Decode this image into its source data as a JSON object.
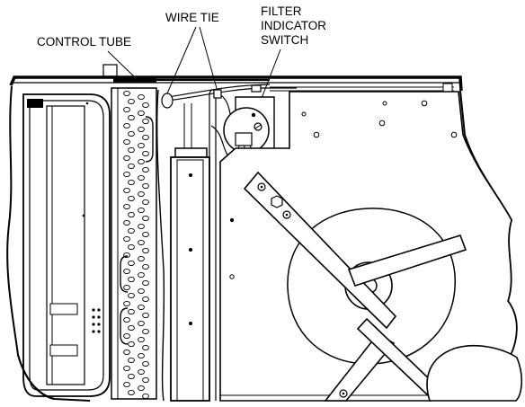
{
  "labels": {
    "control_tube": "CONTROL TUBE",
    "wire_tie": "WIRE TIE",
    "filter_line1": "FILTER",
    "filter_line2": "INDICATOR",
    "filter_line3": "SWITCH"
  },
  "colors": {
    "ink": "#000000",
    "paper": "#ffffff"
  }
}
